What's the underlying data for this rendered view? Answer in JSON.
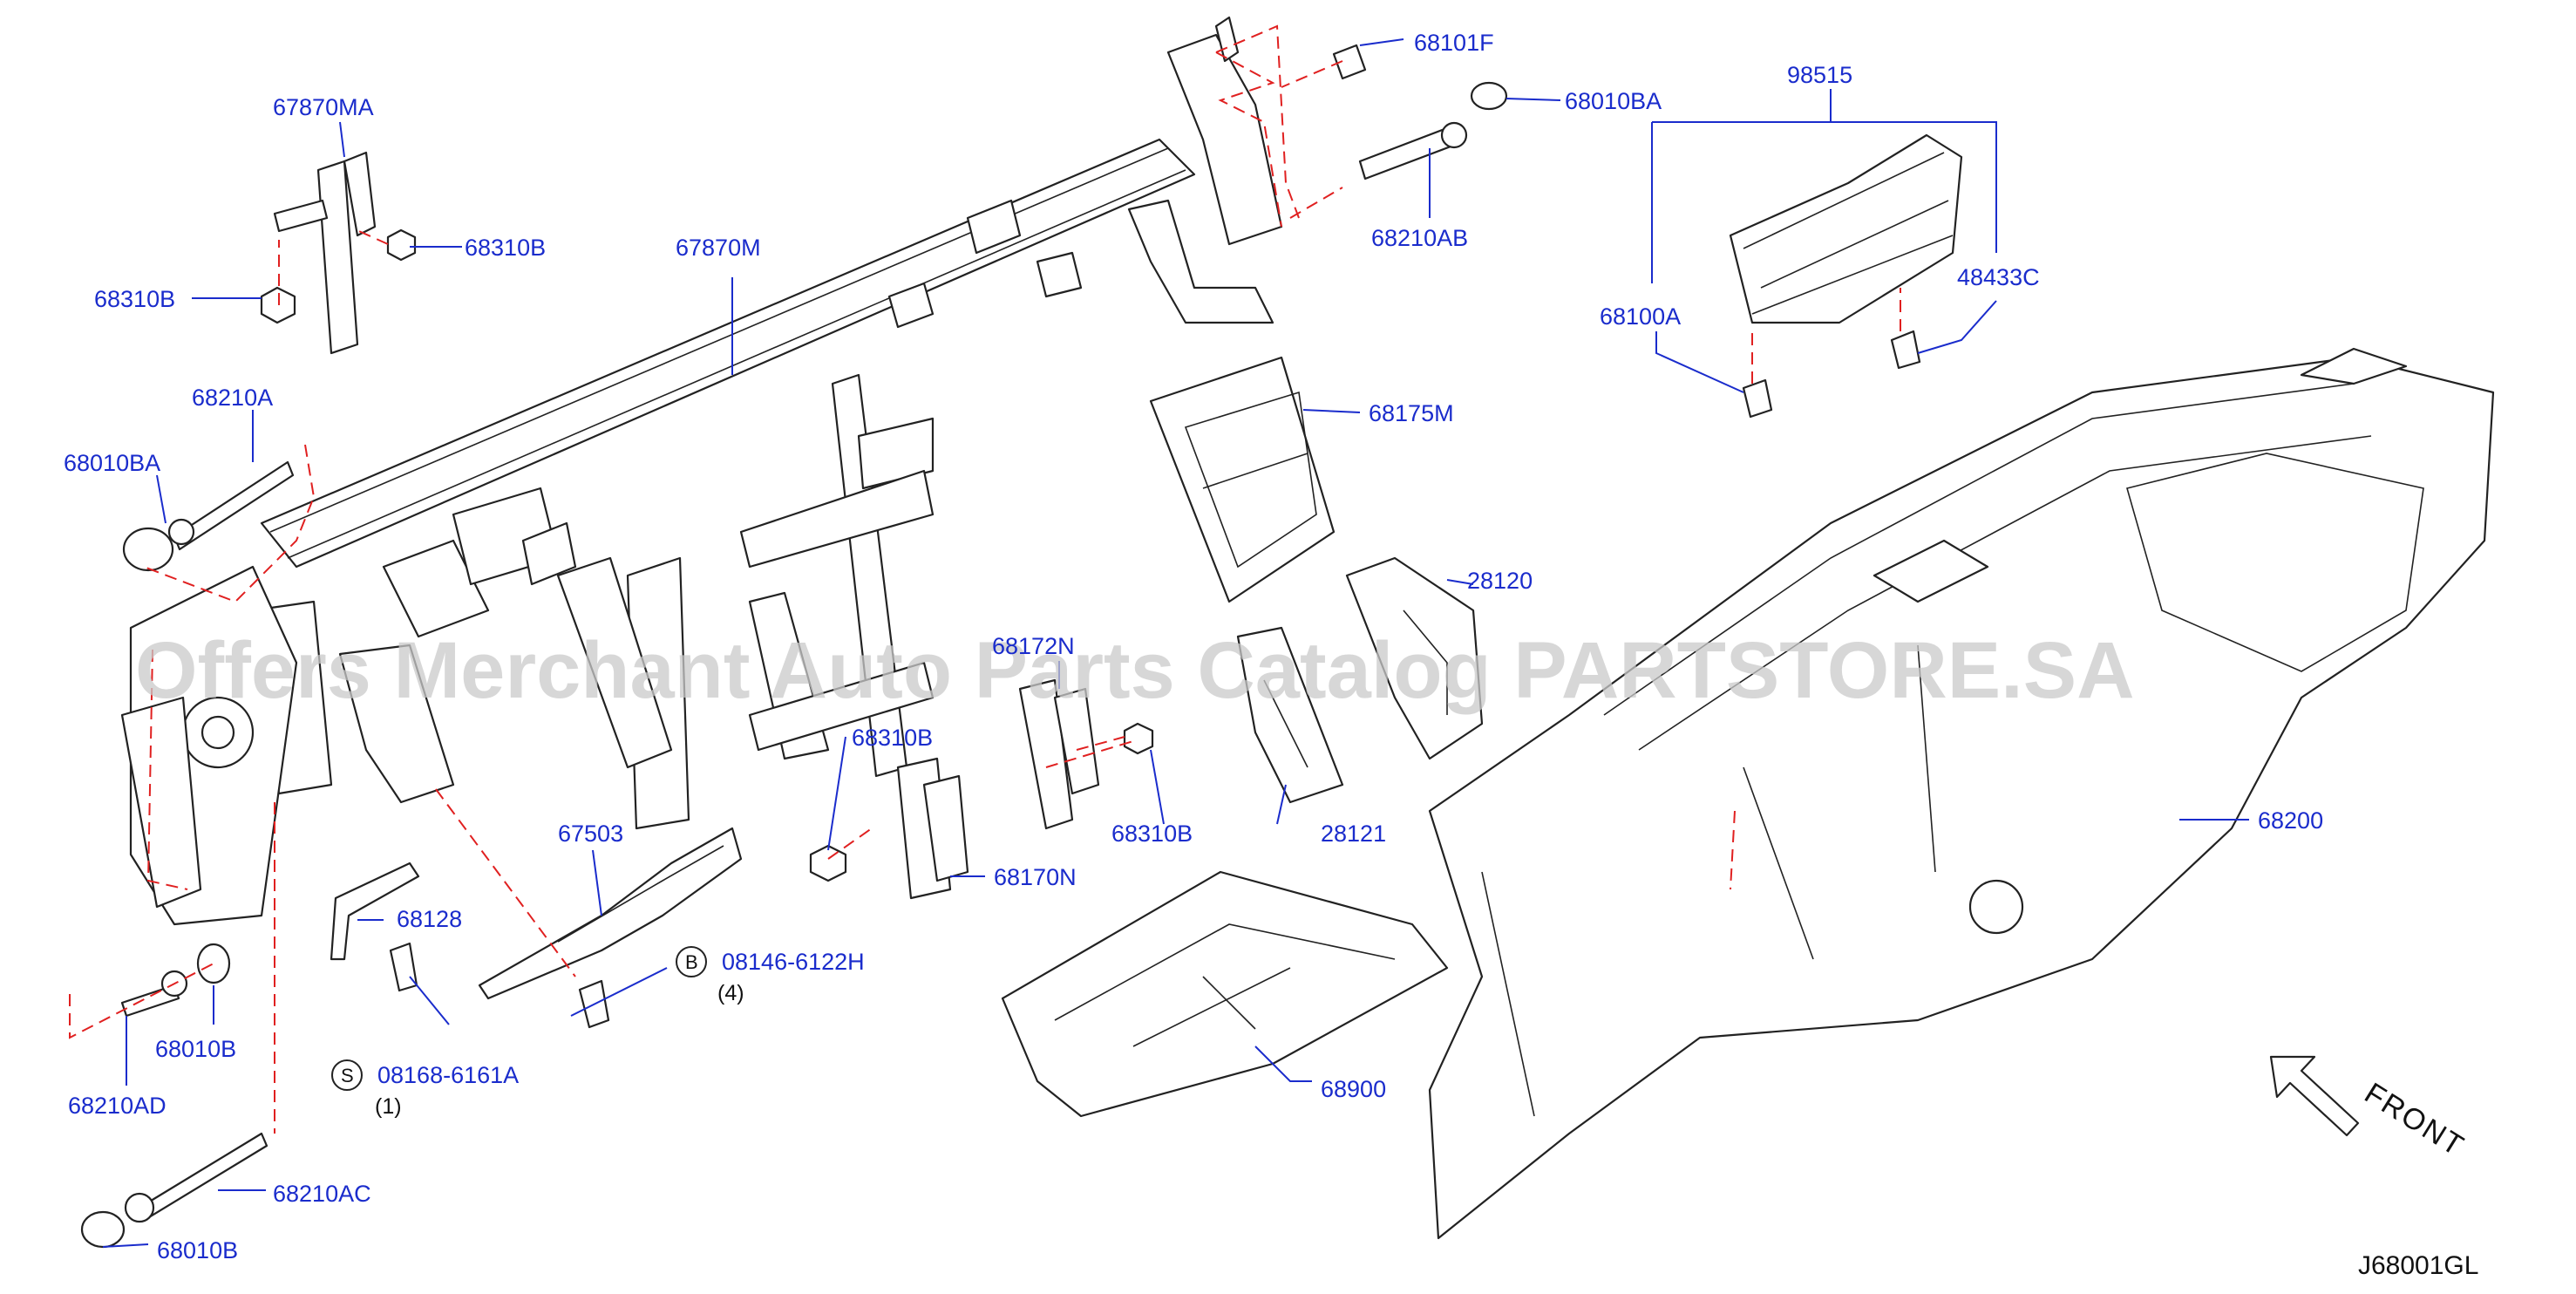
{
  "labels": {
    "p67870MA": "67870MA",
    "p68310B_a": "68310B",
    "p68310B_b": "68310B",
    "p67870M": "67870M",
    "p68101F": "68101F",
    "p68010BA_a": "68010BA",
    "p68210AB": "68210AB",
    "p98515": "98515",
    "p48433C": "48433C",
    "p68100A": "68100A",
    "p68210A": "68210A",
    "p68010BA_b": "68010BA",
    "p68175M": "68175M",
    "p28120": "28120",
    "p68172N": "68172N",
    "p68310B_c": "68310B",
    "p68310B_d": "68310B",
    "p28121": "28121",
    "p68200": "68200",
    "p67503": "67503",
    "p68170N": "68170N",
    "p68128": "68128",
    "p08146": "08146-6122H",
    "q08146": "(4)",
    "p68010B_a": "68010B",
    "p68210AD": "68210AD",
    "p08168": "08168-6161A",
    "q08168": "(1)",
    "p68900": "68900",
    "p68210AC": "68210AC",
    "p68010B_b": "68010B"
  },
  "symbols": {
    "bolt_b": "B",
    "screw_s": "S"
  },
  "front_label": "FRONT",
  "ref_code": "J68001GL",
  "watermark": "Offers Merchant Auto Parts Catalog PARTSTORE.SA",
  "colors": {
    "label": "#1a2ccc",
    "dashed_guide": "#e02020",
    "line_art": "#222222",
    "watermark": "#c9c9c9"
  }
}
